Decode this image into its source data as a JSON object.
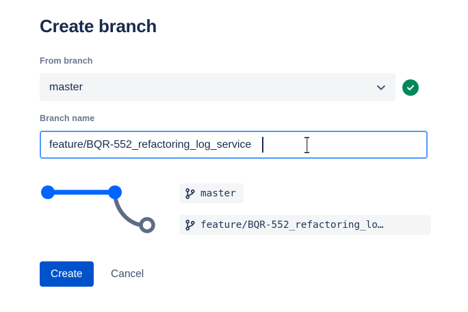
{
  "dialog": {
    "title": "Create branch"
  },
  "from_branch": {
    "label": "From branch",
    "value": "master",
    "chevron_icon": "chevron-down-icon",
    "validation_icon": "check-circle-icon",
    "validation_color": "#00875A"
  },
  "branch_name": {
    "label": "Branch name",
    "value": "feature/BQR-552_refactoring_log_service",
    "placeholder": "",
    "focus_border_color": "#4C9AFF"
  },
  "graph": {
    "line_color": "#0065FF",
    "branch_color": "#5E6C84",
    "nodes": [
      {
        "name": "commit-node-1",
        "filled": true,
        "color": "#0065FF"
      },
      {
        "name": "commit-node-2",
        "filled": true,
        "color": "#0065FF"
      },
      {
        "name": "new-branch-node",
        "filled": false,
        "color": "#5E6C84"
      }
    ]
  },
  "branch_chips": [
    {
      "icon": "git-branch-icon",
      "label": "master"
    },
    {
      "icon": "git-branch-icon",
      "label": "feature/BQR-552_refactoring_lo…"
    }
  ],
  "footer": {
    "create_label": "Create",
    "cancel_label": "Cancel",
    "create_color": "#0052CC"
  }
}
